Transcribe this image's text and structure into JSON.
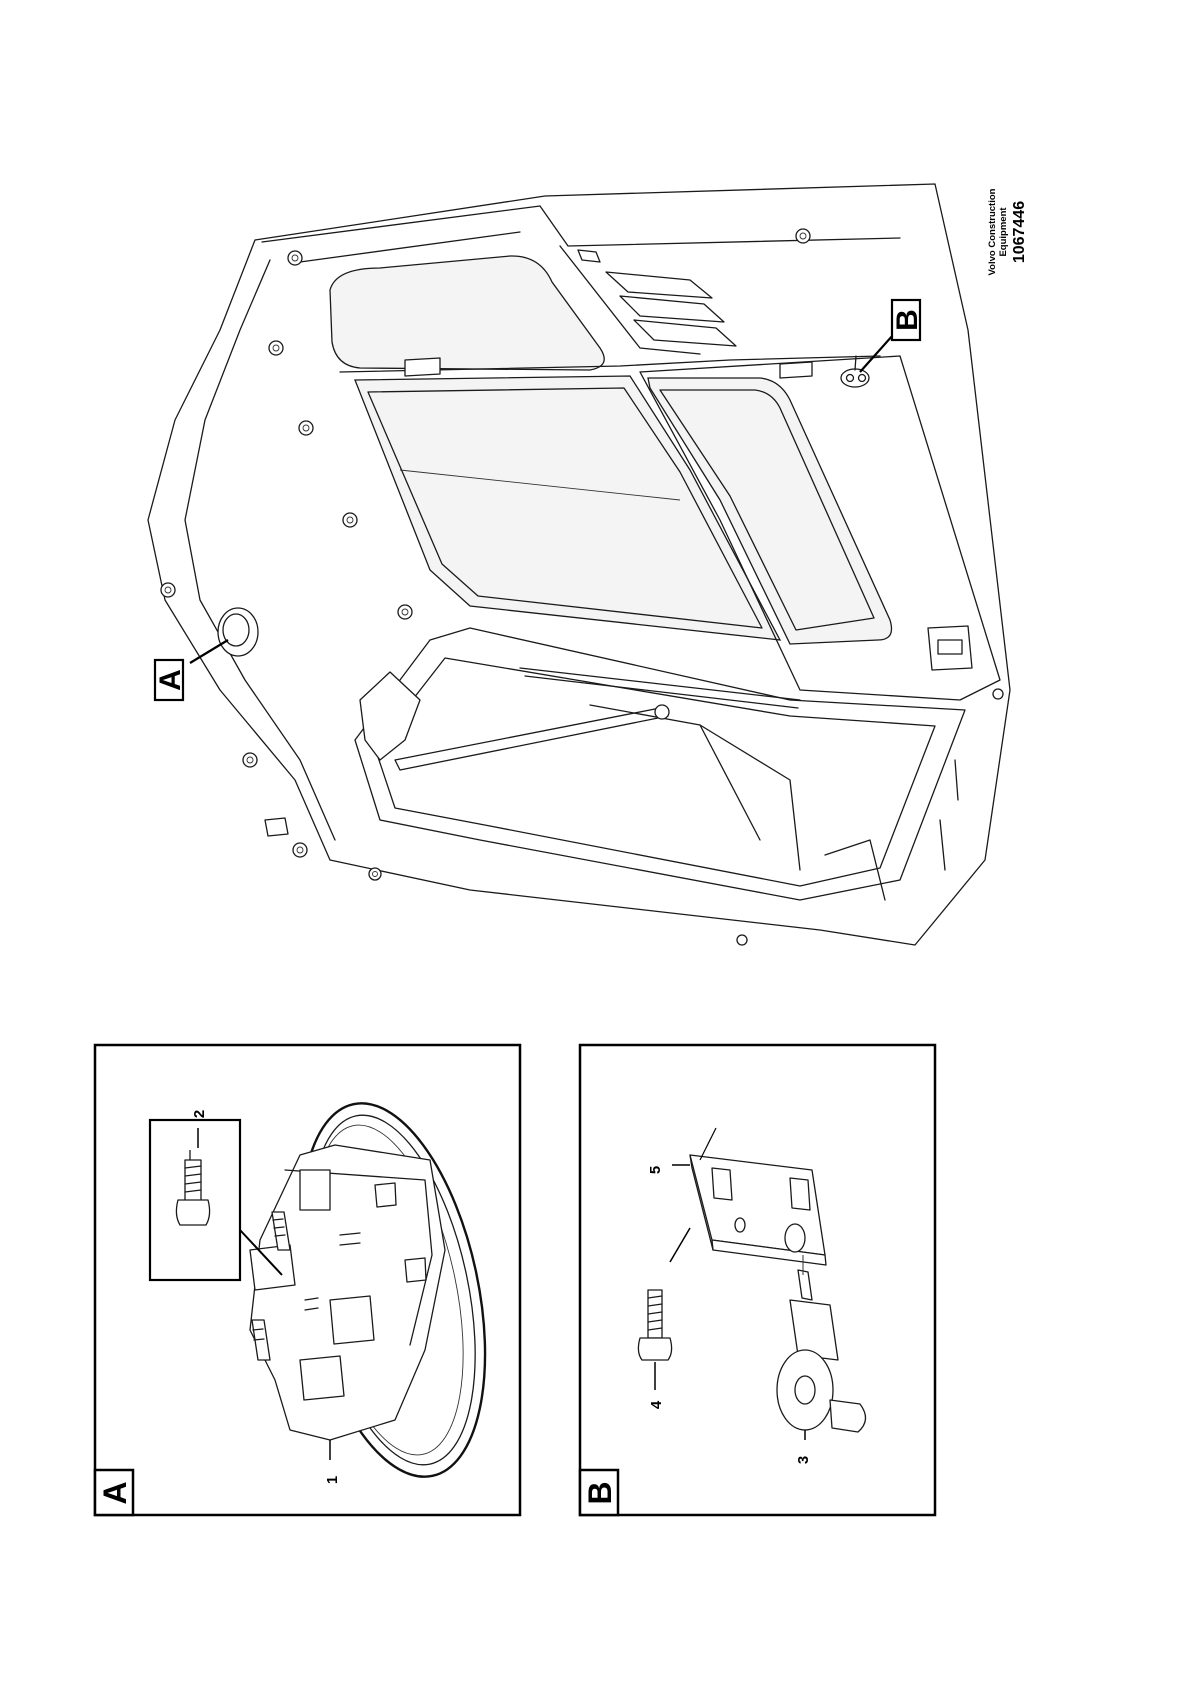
{
  "brand": {
    "company": "Volvo Construction",
    "company_line2": "Equipment",
    "drawing_number": "1067446"
  },
  "main_view": {
    "callouts": {
      "a": "A",
      "b": "B"
    }
  },
  "detail_a": {
    "title": "A",
    "parts": [
      "1",
      "2"
    ]
  },
  "detail_b": {
    "title": "B",
    "parts": [
      "3",
      "4",
      "5"
    ]
  }
}
